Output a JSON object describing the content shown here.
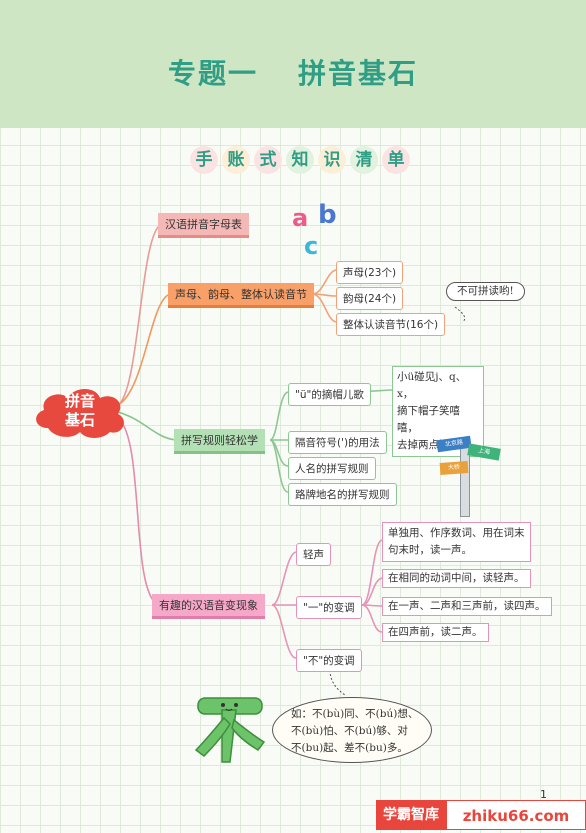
{
  "title": {
    "part1": "专题一",
    "part2": "拼音基石"
  },
  "subtitle_chars": [
    "手",
    "账",
    "式",
    "知",
    "识",
    "清",
    "单"
  ],
  "center": {
    "line1": "拼音",
    "line2": "基石"
  },
  "branches": {
    "b1": "汉语拼音字母表",
    "b2": "声母、韵母、整体认读音节",
    "b3": "拼写规则轻松学",
    "b4": "有趣的汉语音变现象"
  },
  "b2_leaves": [
    "声母(23个)",
    "韵母(24个)",
    "整体认读音节(16个)"
  ],
  "b2_note": "不可拼读哟!",
  "b3_leaves": [
    "\"ü\"的摘帽儿歌",
    "隔音符号(')的用法",
    "人名的拼写规则",
    "路牌地名的拼写规则"
  ],
  "b3_note": [
    "小ü碰见j、q、x，",
    "摘下帽子笑嘻嘻，",
    "去掉两点还读ü。"
  ],
  "b4_leaves": [
    "轻声",
    "\"一\"的变调",
    "\"不\"的变调"
  ],
  "yi_notes": [
    [
      "单独用、作序数词、用在词末",
      "句末时，读一声。"
    ],
    [
      "在相同的动词中间，读轻声。"
    ],
    [
      "在一声、二声和三声前，读四声。"
    ],
    [
      "在四声前，读二声。"
    ]
  ],
  "bu_note": [
    "如：不(bù)同、不(bú)想、",
    "不(bù)怕、不(bú)够、对",
    "不(bu)起、差不(bu)多。"
  ],
  "letters": {
    "a": "a",
    "b": "b",
    "c": "c"
  },
  "signpost": {
    "s1": "北京路",
    "s2": "上海",
    "s3": "大桥"
  },
  "page_number": "1",
  "watermark": {
    "left": "学霸智库",
    "right": "zhiku66.com"
  },
  "colors": {
    "title": "#2f9e85",
    "header_bg": "#cfe6c5",
    "red": "#f4b9b6",
    "orange": "#f8a068",
    "green": "#b4e0b5",
    "pink": "#f5a8c8"
  }
}
